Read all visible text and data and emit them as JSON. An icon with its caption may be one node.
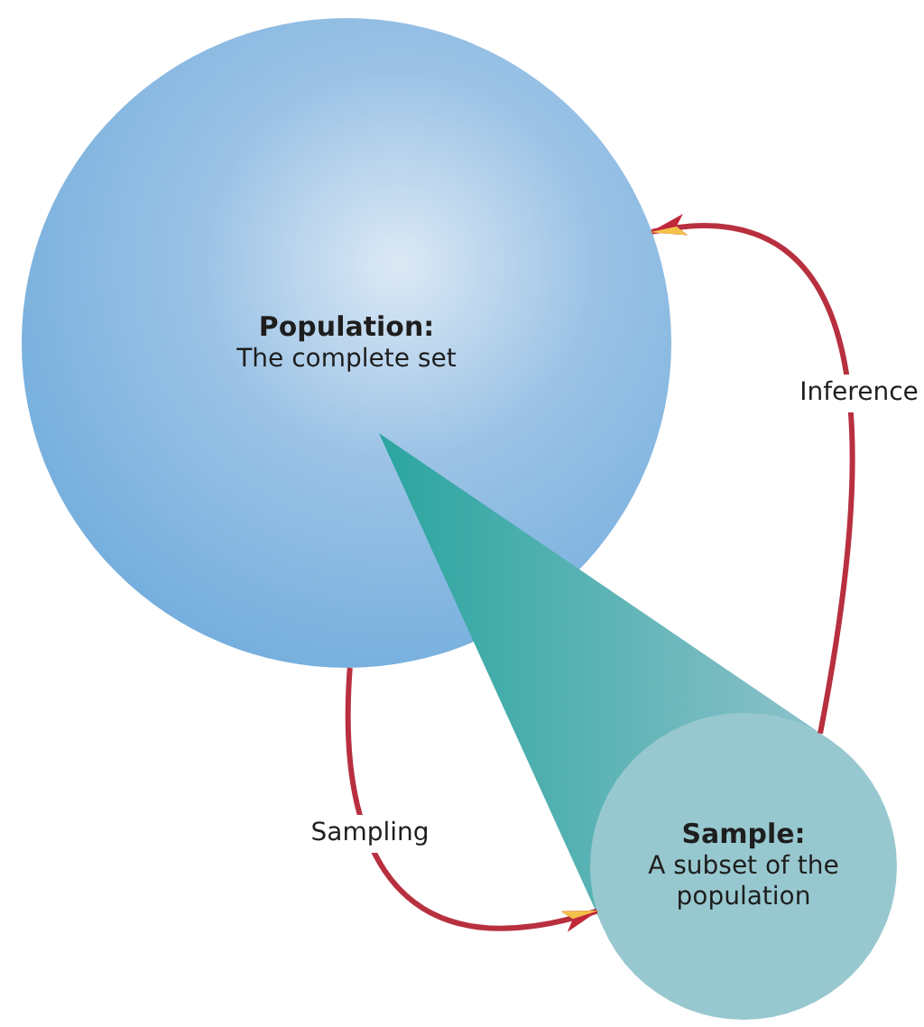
{
  "diagram": {
    "nodes": [
      {
        "text": [
          "Population:",
          "The complete set"
        ]
      },
      {
        "text": [],
        "shape": "triangle"
      },
      {
        "text": [
          "Sample:",
          "A subset of the population"
        ]
      }
    ],
    "edges": [
      {
        "from": 0,
        "to": 2,
        "arrow": "to",
        "label": "Sampling"
      },
      {
        "from": 2,
        "to": 0,
        "arrow": "to",
        "label": "Inference"
      }
    ]
  }
}
